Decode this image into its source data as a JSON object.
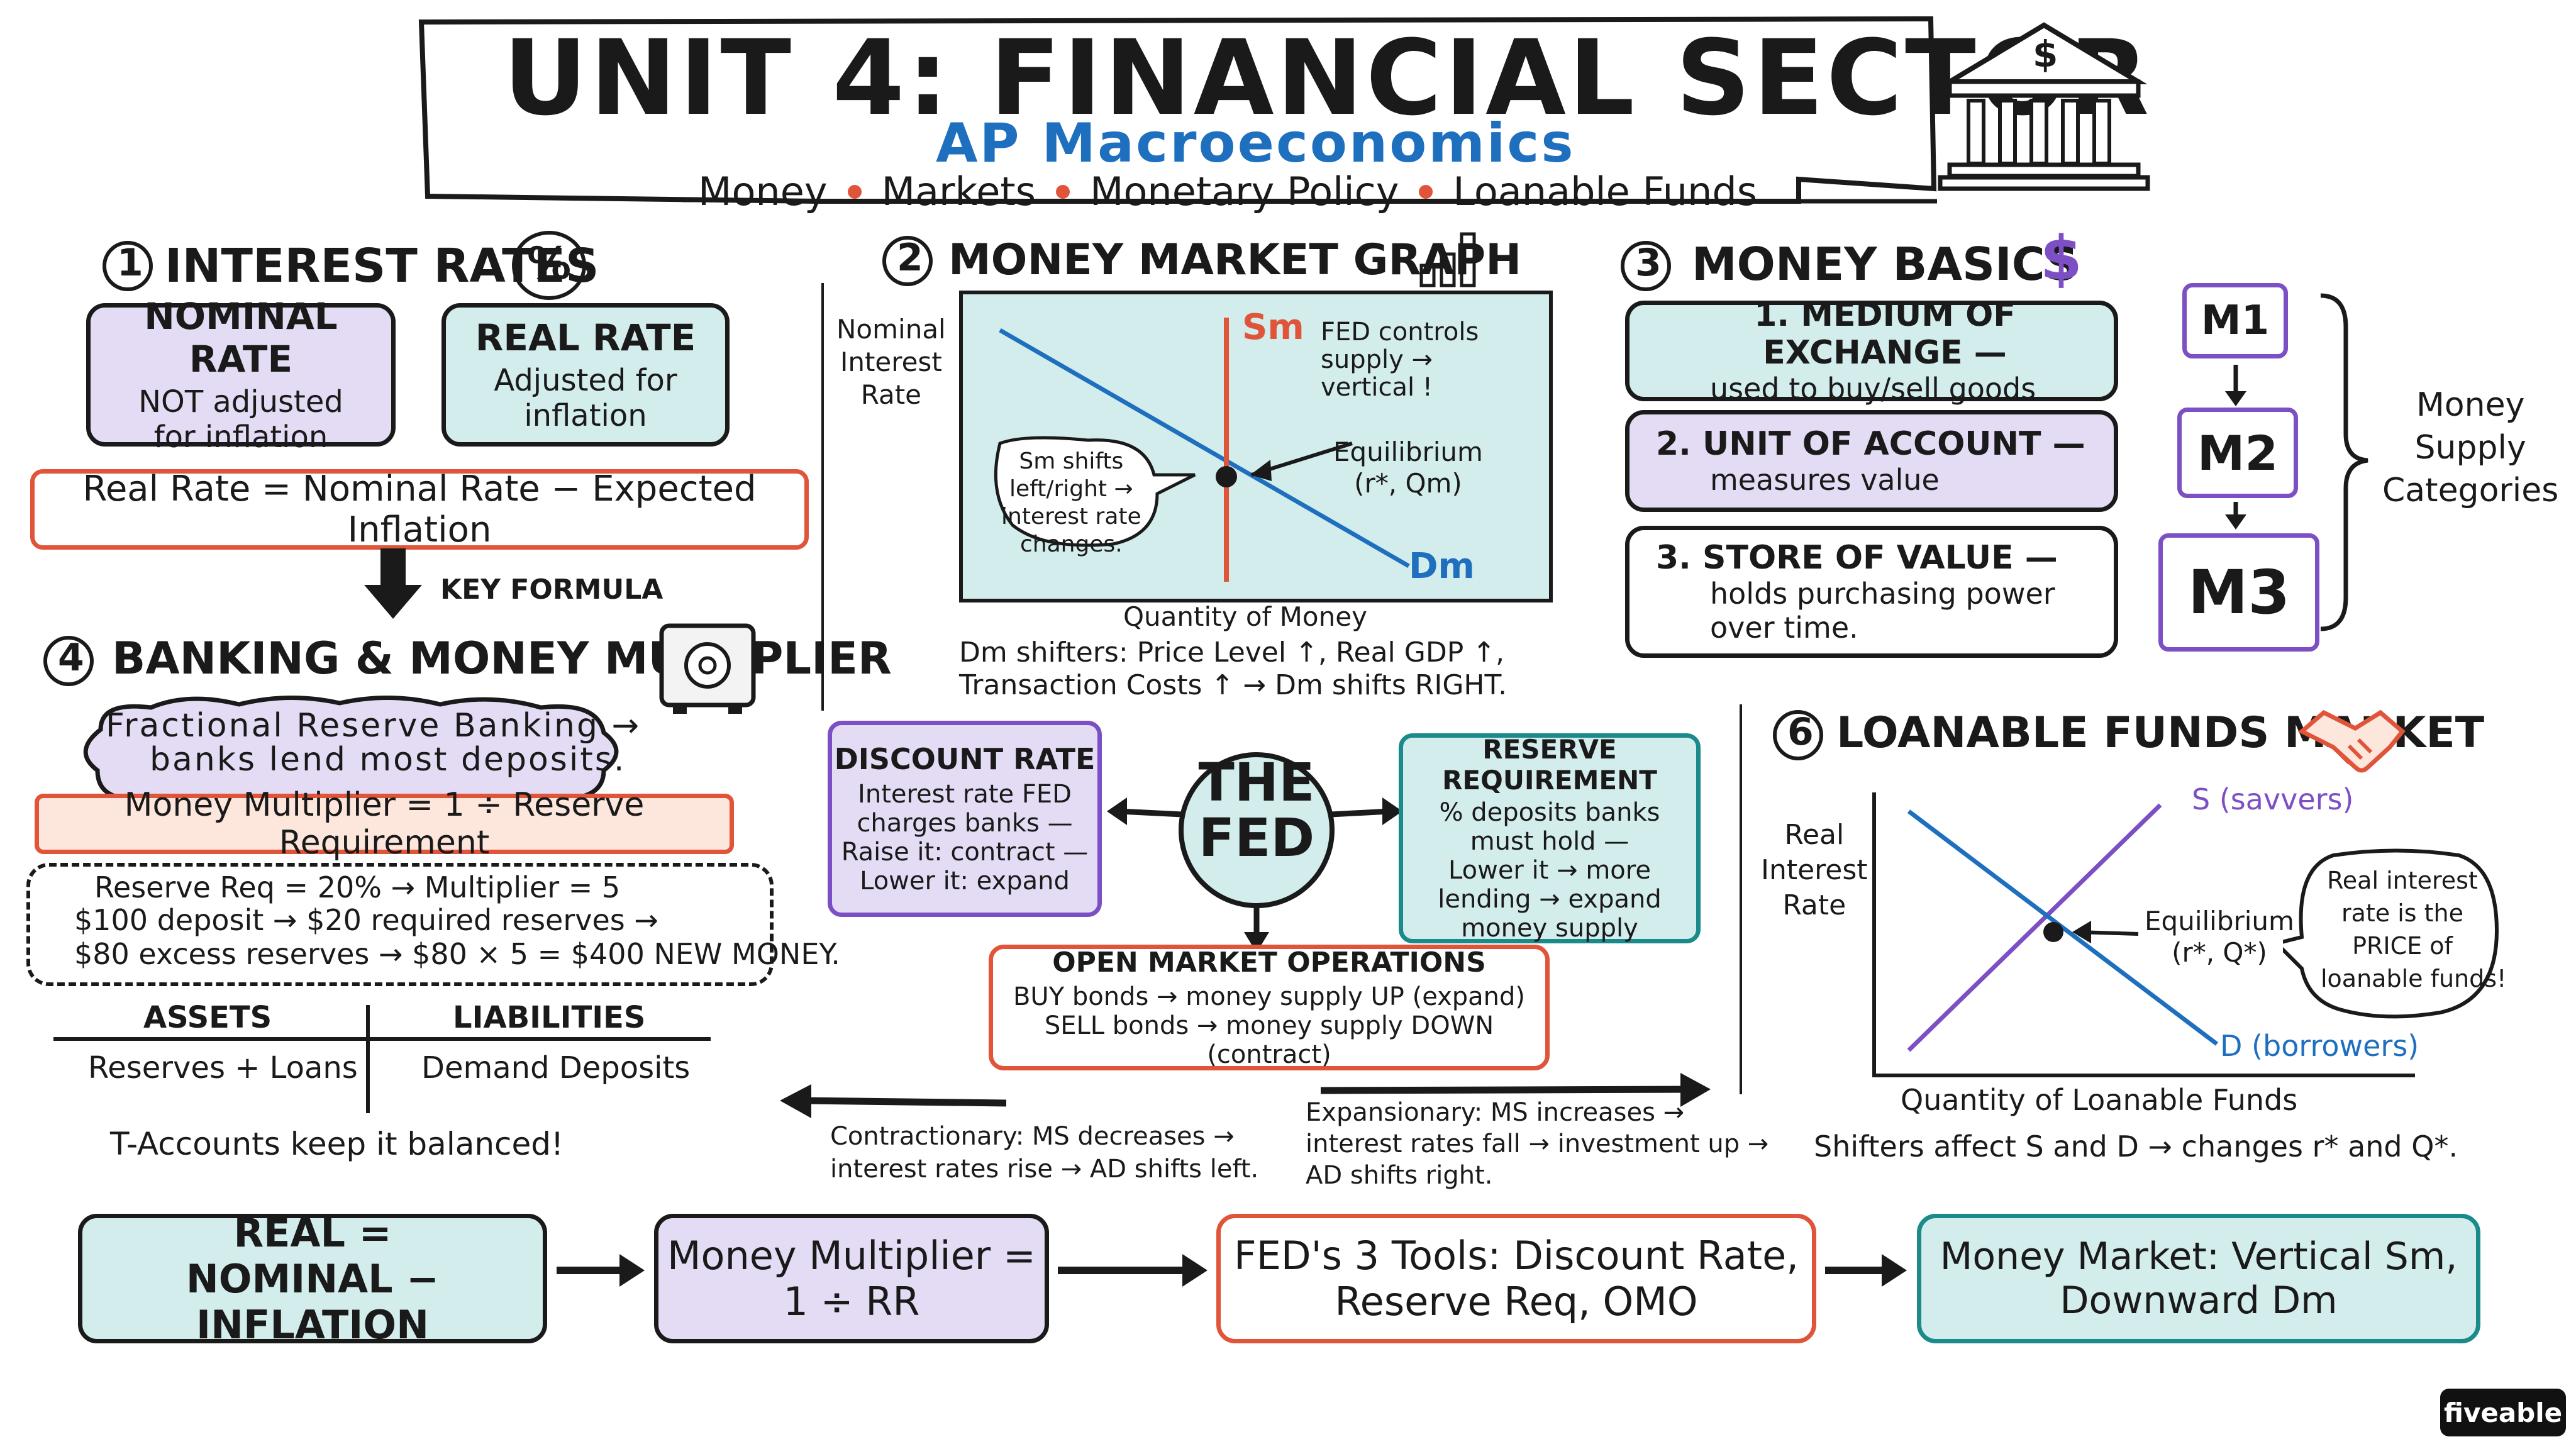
{
  "header": {
    "title": "UNIT 4: FINANCIAL SECTOR",
    "subtitle": "AP Macroeconomics",
    "topics": [
      "Money",
      "Markets",
      "Monetary Policy",
      "Loanable Funds"
    ],
    "bank_symbol": "$"
  },
  "s1": {
    "num": "1",
    "title": "INTEREST RATES",
    "badge": "%",
    "nominal_title": "NOMINAL RATE",
    "nominal_l1": "NOT adjusted",
    "nominal_l2": "for inflation",
    "real_title": "REAL RATE",
    "real_l1": "Adjusted for",
    "real_l2": "inflation",
    "formula": "Real Rate = Nominal Rate − Expected Inflation",
    "formula_tag": "KEY FORMULA"
  },
  "s4": {
    "num": "4",
    "title": "BANKING & MONEY MULTIPLIER",
    "cloud_l1": "Fractional Reserve Banking →",
    "cloud_l2": "banks lend most deposits.",
    "multiplier": "Money Multiplier = 1 ÷ Reserve Requirement",
    "ex_l1": "Reserve Req = 20% → Multiplier = 5",
    "ex_l2": "$100 deposit → $20 required reserves →",
    "ex_l3": "$80 excess reserves → $80 × 5 = $400 NEW MONEY.",
    "assets": "ASSETS",
    "liabilities": "LIABILITIES",
    "assets_val": "Reserves + Loans",
    "liabilities_val": "Demand Deposits",
    "balanced": "T-Accounts keep it balanced!"
  },
  "s2": {
    "num": "2",
    "title": "MONEY MARKET GRAPH",
    "ylabel_l1": "Nominal",
    "ylabel_l2": "Interest",
    "ylabel_l3": "Rate",
    "xlabel": "Quantity of Money",
    "sm": "Sm",
    "dm": "Dm",
    "fed_l1": "FED controls",
    "fed_l2": "supply →",
    "fed_l3": "vertical !",
    "eq_l1": "Equilibrium",
    "eq_l2": "(r*, Qm)",
    "shift_l1": "Sm shifts",
    "shift_l2": "left/right →",
    "shift_l3": "interest rate",
    "shift_l4": "changes.",
    "note_l1": "Dm shifters: Price Level ↑, Real GDP ↑,",
    "note_l2": "Transaction Costs ↑ → Dm shifts RIGHT."
  },
  "s3": {
    "num": "3",
    "title": "MONEY BASICS",
    "symbol": "$",
    "f1_l1": "1. MEDIUM OF EXCHANGE —",
    "f1_l2": "used to buy/sell goods",
    "f2_l1": "2. UNIT OF ACCOUNT —",
    "f2_l2": "measures value",
    "f3_l1": "3. STORE OF VALUE —",
    "f3_l2": "holds purchasing power",
    "f3_l3": "over time.",
    "m1": "M1",
    "m2": "M2",
    "m3": "M3",
    "cat_l1": "Money",
    "cat_l2": "Supply",
    "cat_l3": "Categories"
  },
  "fed": {
    "center_l1": "THE",
    "center_l2": "FED",
    "dr_title": "DISCOUNT RATE",
    "dr_l1": "Interest rate FED",
    "dr_l2": "charges banks —",
    "dr_l3": "Raise it: contract —",
    "dr_l4": "Lower it: expand",
    "rr_title": "RESERVE REQUIREMENT",
    "rr_l1": "% deposits banks",
    "rr_l2": "must hold —",
    "rr_l3": "Lower it → more",
    "rr_l4": "lending → expand",
    "rr_l5": "money supply",
    "omo_title": "OPEN MARKET OPERATIONS",
    "omo_l1": "BUY bonds → money supply UP (expand)",
    "omo_l2": "SELL bonds → money supply DOWN (contract)",
    "con_l1": "Contractionary: MS decreases →",
    "con_l2": "interest rates rise → AD shifts left.",
    "exp_l1": "Expansionary: MS increases →",
    "exp_l2": "interest rates fall → investment up →",
    "exp_l3": "AD shifts right."
  },
  "s6": {
    "num": "6",
    "title": "LOANABLE FUNDS MARKET",
    "ylabel_l1": "Real",
    "ylabel_l2": "Interest",
    "ylabel_l3": "Rate",
    "xlabel": "Quantity of Loanable Funds",
    "s": "S (savvers)",
    "d": "D (borrowers)",
    "eq_l1": "Equilibrium",
    "eq_l2": "(r*, Q*)",
    "bubble_l1": "Real interest",
    "bubble_l2": "rate is the",
    "bubble_l3": "PRICE of",
    "bubble_l4": "loanable funds!",
    "note": "Shifters affect S and D → changes r* and Q*."
  },
  "summary": {
    "b1_l1": "REAL =",
    "b1_l2": "NOMINAL − INFLATION",
    "b2_l1": "Money Multiplier =",
    "b2_l2": "1 ÷ RR",
    "b3_l1": "FED's 3 Tools: Discount Rate,",
    "b3_l2": "Reserve Req, OMO",
    "b4_l1": "Money Market: Vertical Sm,",
    "b4_l2": "Downward Dm"
  },
  "brand": "fiveable",
  "colors": {
    "blue": "#1f6fbf",
    "red": "#e0553a",
    "purple": "#7c4fc4",
    "teal_fill": "#d3ecec",
    "purple_fill": "#e4dcf4"
  }
}
